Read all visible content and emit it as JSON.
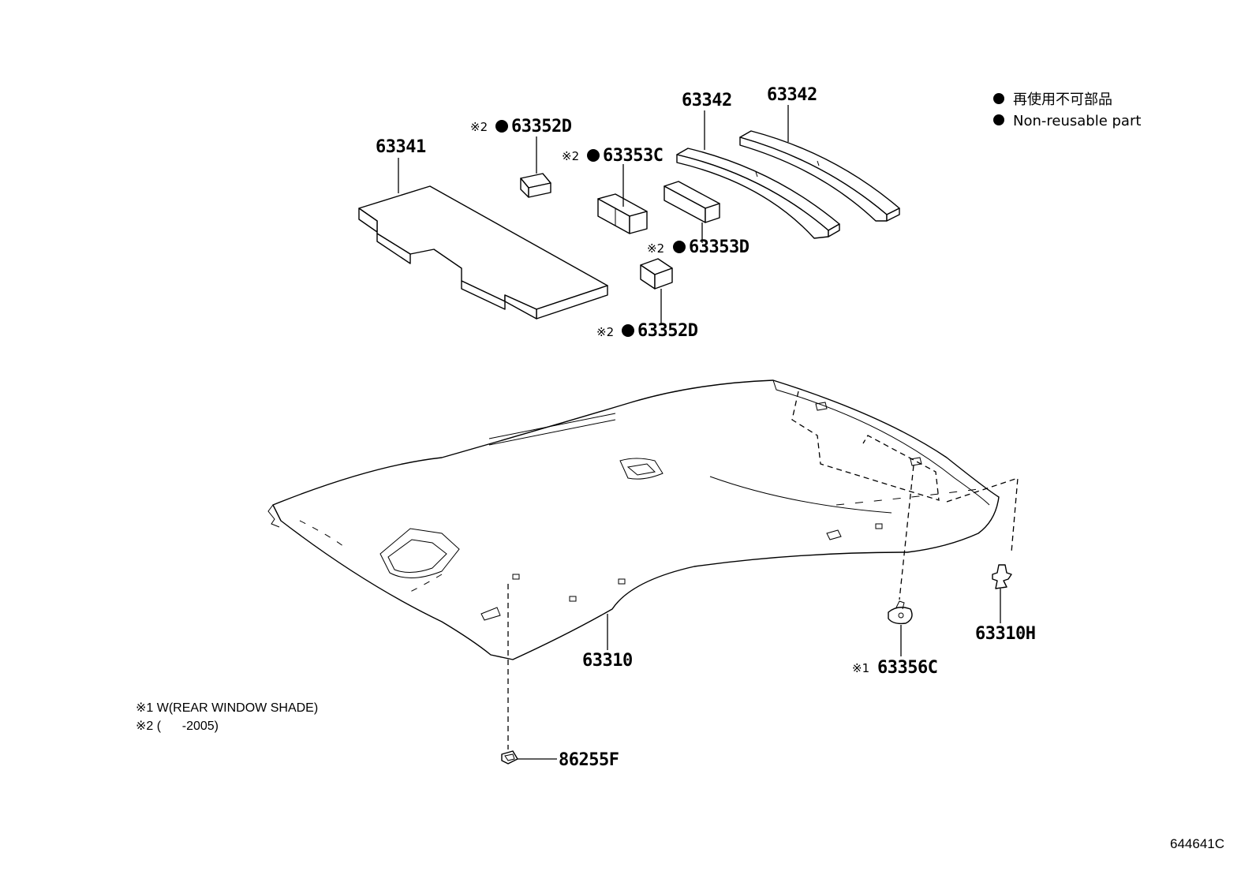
{
  "legend": {
    "line1": "再使用不可部品",
    "line2": "Non-reusable part"
  },
  "parts": {
    "p63341": "63341",
    "p63352D_top": "63352D",
    "p63353C": "63353C",
    "p63342_a": "63342",
    "p63342_b": "63342",
    "p63353D": "63353D",
    "p63352D_bottom": "63352D",
    "p63310": "63310",
    "p63310H": "63310H",
    "p63356C": "63356C",
    "p86255F": "86255F"
  },
  "marks": {
    "note1": "※1",
    "note2": "※2",
    "dot": "●"
  },
  "notes": {
    "line1": "※1 W(REAR WINDOW SHADE)",
    "line2": "※2 (      -2005)"
  },
  "figure_ref": "644641C"
}
